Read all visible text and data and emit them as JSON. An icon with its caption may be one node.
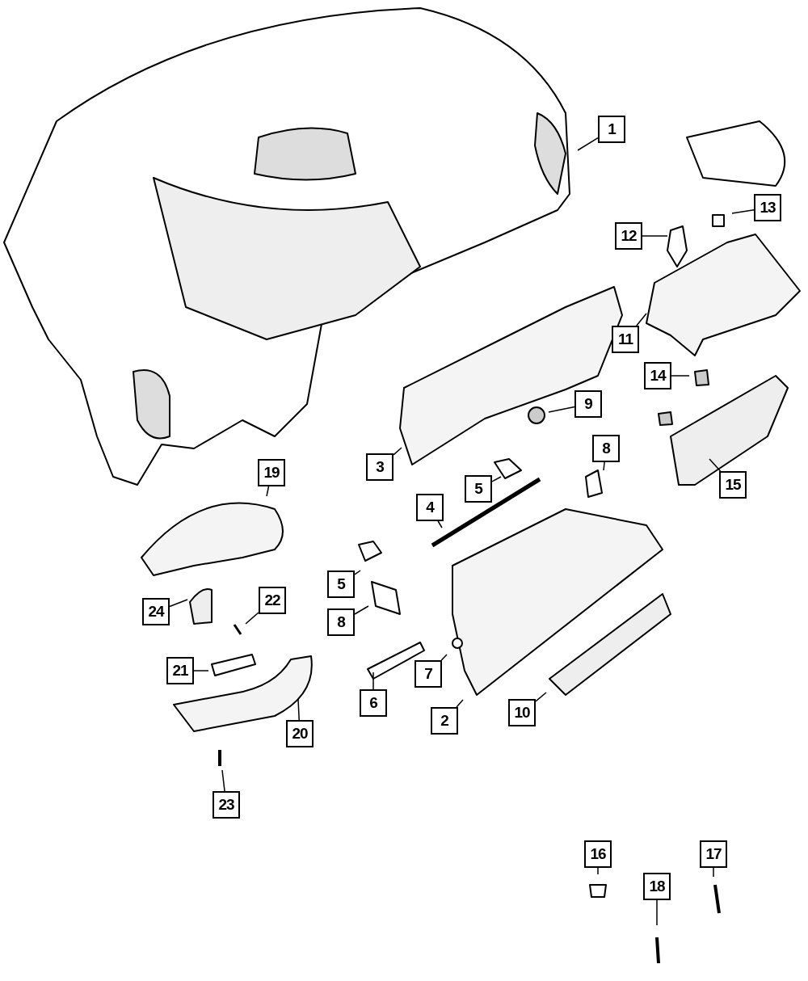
{
  "diagram": {
    "nodes": [
      {
        "text": [
          "1"
        ]
      },
      {
        "text": [
          "13"
        ]
      },
      {
        "text": [
          "12"
        ]
      },
      {
        "text": [
          "11"
        ]
      },
      {
        "text": [
          "14"
        ]
      },
      {
        "text": [
          "9"
        ]
      },
      {
        "text": [
          "8"
        ]
      },
      {
        "text": [
          "3"
        ]
      },
      {
        "text": [
          "5"
        ]
      },
      {
        "text": [
          "19"
        ]
      },
      {
        "text": [
          "15"
        ]
      },
      {
        "text": [
          "4"
        ]
      },
      {
        "text": [
          "5"
        ]
      },
      {
        "text": [
          "22"
        ]
      },
      {
        "text": [
          "24"
        ]
      },
      {
        "text": [
          "8"
        ]
      },
      {
        "text": [
          "7"
        ]
      },
      {
        "text": [
          "21"
        ]
      },
      {
        "text": [
          "6"
        ]
      },
      {
        "text": [
          "2"
        ]
      },
      {
        "text": [
          "10"
        ]
      },
      {
        "text": [
          "20"
        ]
      },
      {
        "text": [
          "23"
        ]
      },
      {
        "text": [
          "16"
        ]
      },
      {
        "text": [
          "17"
        ]
      },
      {
        "text": [
          "18"
        ]
      }
    ],
    "edges": [
      {
        "from": 0,
        "to": null,
        "arrow": "none"
      },
      {
        "from": 1,
        "to": null,
        "arrow": "none"
      },
      {
        "from": 2,
        "to": null,
        "arrow": "none"
      },
      {
        "from": 3,
        "to": null,
        "arrow": "none"
      },
      {
        "from": 4,
        "to": null,
        "arrow": "none"
      },
      {
        "from": 5,
        "to": null,
        "arrow": "none"
      },
      {
        "from": 6,
        "to": null,
        "arrow": "none"
      },
      {
        "from": 7,
        "to": null,
        "arrow": "none"
      },
      {
        "from": 8,
        "to": null,
        "arrow": "none"
      },
      {
        "from": 9,
        "to": null,
        "arrow": "none"
      },
      {
        "from": 10,
        "to": null,
        "arrow": "none"
      },
      {
        "from": 11,
        "to": null,
        "arrow": "none"
      },
      {
        "from": 12,
        "to": null,
        "arrow": "none"
      },
      {
        "from": 13,
        "to": null,
        "arrow": "none"
      },
      {
        "from": 14,
        "to": null,
        "arrow": "none"
      },
      {
        "from": 15,
        "to": null,
        "arrow": "none"
      },
      {
        "from": 16,
        "to": null,
        "arrow": "none"
      },
      {
        "from": 17,
        "to": null,
        "arrow": "none"
      },
      {
        "from": 18,
        "to": null,
        "arrow": "none"
      },
      {
        "from": 19,
        "to": null,
        "arrow": "none"
      },
      {
        "from": 20,
        "to": null,
        "arrow": "none"
      },
      {
        "from": 21,
        "to": null,
        "arrow": "none"
      },
      {
        "from": 22,
        "to": null,
        "arrow": "none"
      },
      {
        "from": 23,
        "to": null,
        "arrow": "none"
      },
      {
        "from": 24,
        "to": null,
        "arrow": "none"
      },
      {
        "from": 25,
        "to": null,
        "arrow": "none"
      }
    ]
  }
}
